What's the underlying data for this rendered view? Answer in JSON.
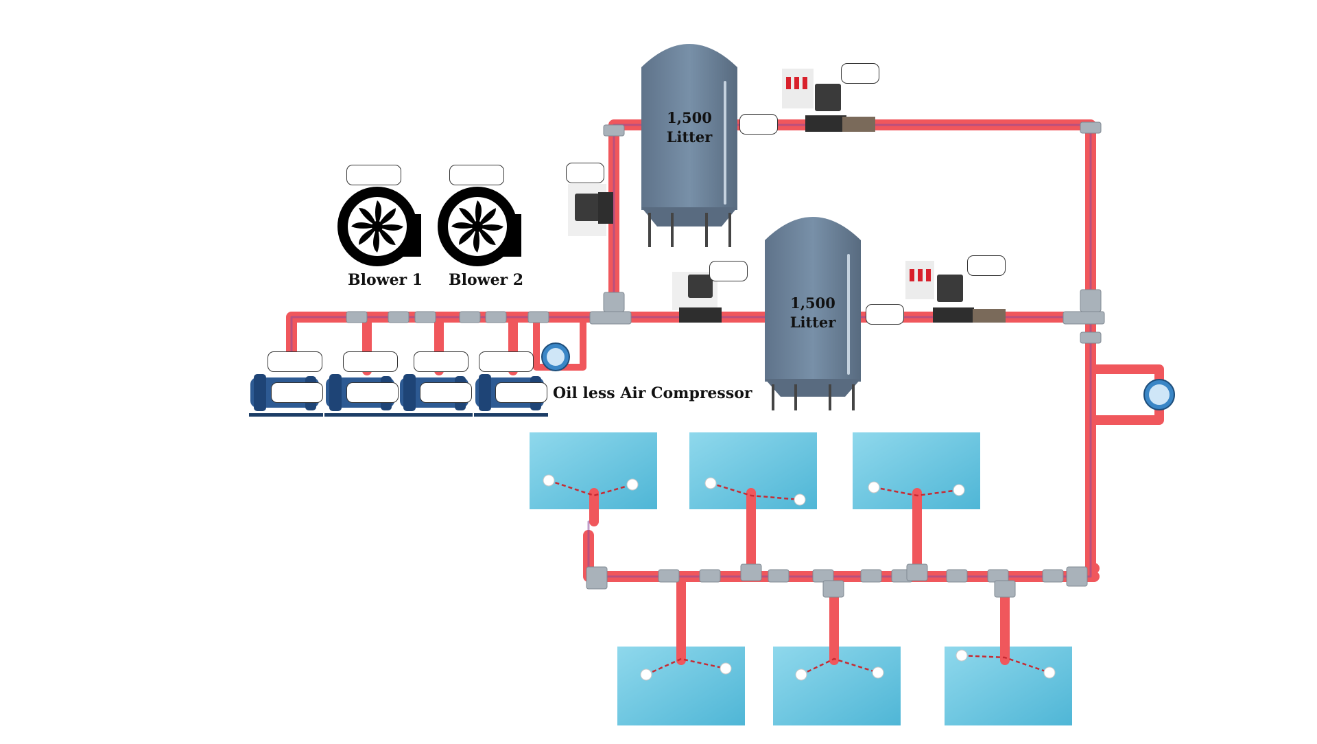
{
  "blowers": [
    {
      "label": "Blower 1",
      "icon": "blower-fan-icon"
    },
    {
      "label": "Blower 2",
      "icon": "blower-fan-icon"
    }
  ],
  "compressor": {
    "label": "Oil less Air Compressor",
    "units": 4,
    "icon": "air-compressor-icon"
  },
  "tanks": [
    {
      "capacity": "1,500",
      "unit": "Litter"
    },
    {
      "capacity": "1,500",
      "unit": "Litter"
    }
  ],
  "ponds": {
    "top_row": 3,
    "bottom_row": 3
  },
  "colors": {
    "pipe": "#f0575c",
    "pipe_inner": "#8c4a9a",
    "fitting": "#a9b2ba",
    "tank": "#6b7f96",
    "water": "#7fcde6",
    "valve": "#3a3a3a"
  }
}
